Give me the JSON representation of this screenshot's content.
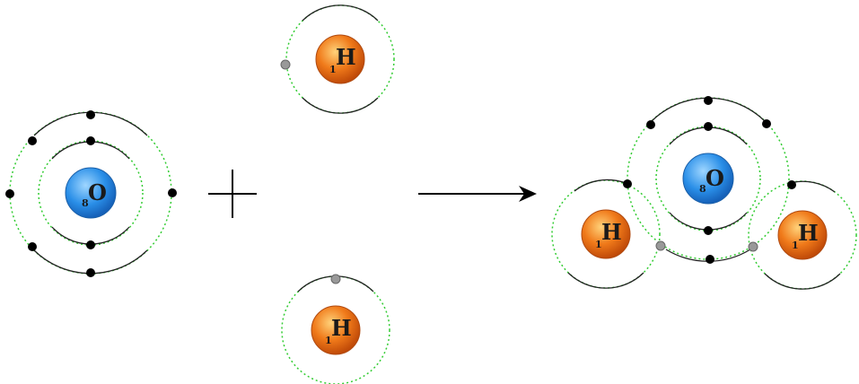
{
  "atoms": {
    "oxygen": {
      "symbol": "O",
      "atomic_number": "8",
      "nucleus_color": "#2a8fe8",
      "electrons": 8
    },
    "hydrogen": {
      "symbol": "H",
      "atomic_number": "1",
      "nucleus_color": "#f07a1a",
      "electrons": 1
    }
  },
  "operator": "+",
  "colors": {
    "electron": "#000000",
    "shared_electron": "#888888",
    "orbit_dotted": "#33cc33",
    "orbit_solid": "#222222",
    "arrow": "#000000"
  }
}
